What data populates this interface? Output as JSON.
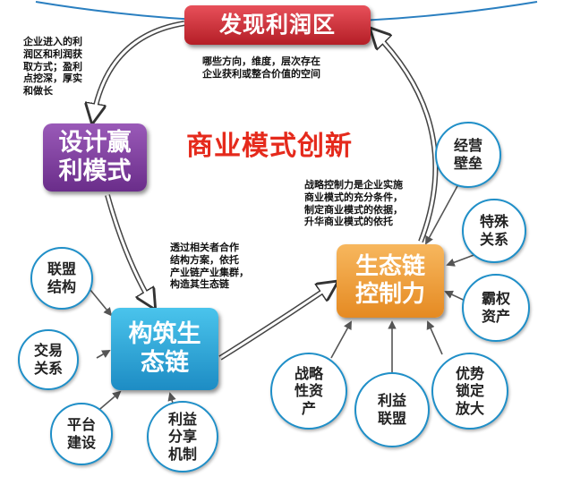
{
  "boxes": {
    "top": "发现利润区",
    "left": "设计赢\n利模式",
    "right": "生态链\n控制力",
    "bottom": "构筑生\n态链"
  },
  "center_title": "商业模式创新",
  "notes": {
    "top_left": "企业进入的利\n润区和利润获\n取方式；盈利\n点挖深，厚实\n和做长",
    "under_top": "哪些方向，维度，层次存在\n企业获利或整合价值的空间",
    "right_upper": "战略控制力是企业实施\n商业模式的充分条件，\n制定商业模式的依据，\n升华商业模式的依托",
    "middle": "透过相关者合作\n结构方案，依托\n产业链产业集群，\n构造其生态链"
  },
  "circles_left": [
    {
      "label": "联盟\n结构"
    },
    {
      "label": "交易\n关系"
    },
    {
      "label": "平台\n建设"
    },
    {
      "label": "利益\n分享\n机制"
    }
  ],
  "circles_right": [
    {
      "label": "经营\n壁垒"
    },
    {
      "label": "特殊\n关系"
    },
    {
      "label": "霸权\n资产"
    },
    {
      "label": "优势\n锁定\n放大"
    },
    {
      "label": "利益\n联盟"
    },
    {
      "label": "战略\n性资\n产"
    }
  ],
  "colors": {
    "top_box": "#c8272f",
    "left_box": "#7b3a9c",
    "right_box": "#ee9b3a",
    "bottom_box": "#2aa6dc",
    "circle_border": "#1f8fc8",
    "title": "#e52a1c"
  }
}
